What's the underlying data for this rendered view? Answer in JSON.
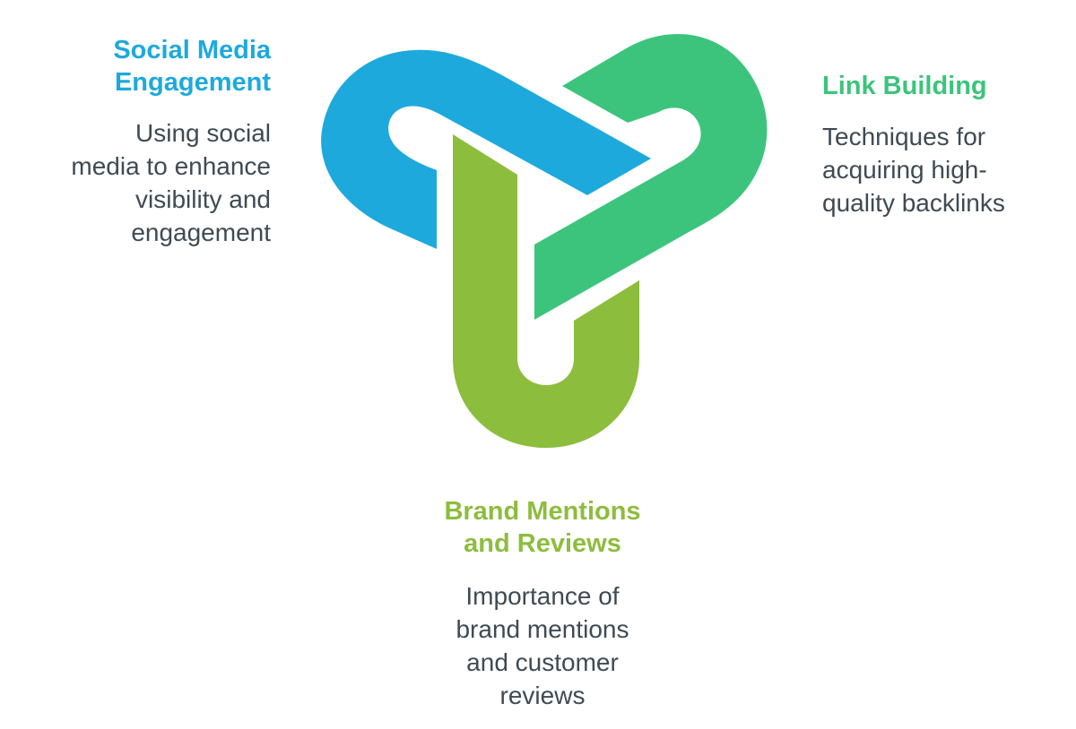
{
  "colors": {
    "social": "#1ea9dc",
    "link": "#3cc47c",
    "brand": "#8dbd3d",
    "text": "#3f4a53"
  },
  "nodes": {
    "social": {
      "title_line1": "Social Media",
      "title_line2": "Engagement",
      "desc_lines": [
        "Using social",
        "media to enhance",
        "visibility and",
        "engagement"
      ]
    },
    "link": {
      "title": "Link Building",
      "desc_lines": [
        "Techniques for",
        "acquiring high-",
        "quality backlinks"
      ]
    },
    "brand": {
      "title_line1": "Brand Mentions",
      "title_line2": "and Reviews",
      "desc_lines": [
        "Importance of",
        "brand mentions",
        "and customer",
        "reviews"
      ]
    }
  }
}
